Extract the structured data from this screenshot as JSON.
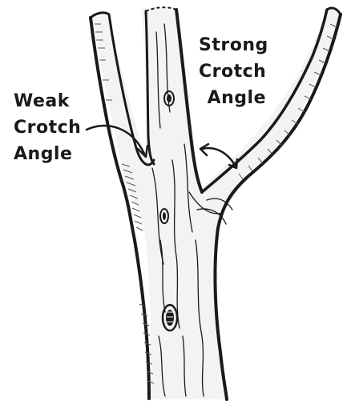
{
  "labels": {
    "weak": [
      "Weak",
      "Crotch",
      "Angle"
    ],
    "strong": [
      "Strong",
      "Crotch",
      "Angle"
    ]
  },
  "colors": {
    "ink": "#1a1a1a",
    "hatch": "#555555",
    "background": "#ffffff"
  }
}
